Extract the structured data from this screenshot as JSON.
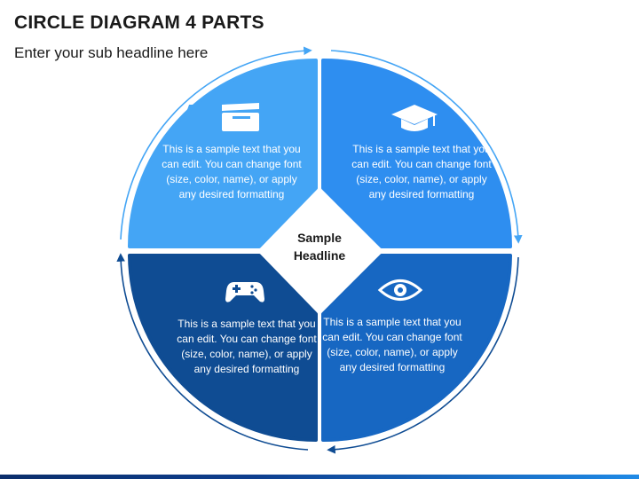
{
  "header": {
    "title": "CIRCLE DIAGRAM 4 PARTS",
    "subtitle": "Enter your sub headline here"
  },
  "center": {
    "line1": "Sample",
    "line2": "Headline"
  },
  "segments": [
    {
      "position": "top-left",
      "icon": "clapperboard-icon",
      "color": "#44A5F5",
      "text": "This is a sample text that you can edit. You can change font (size, color, name), or apply any desired formatting"
    },
    {
      "position": "top-right",
      "icon": "graduation-cap-icon",
      "color": "#2E8EF0",
      "text": "This is a sample text that you can edit. You can change font (size, color, name), or apply any desired formatting"
    },
    {
      "position": "bottom-left",
      "icon": "gamepad-icon",
      "color": "#0F4C93",
      "text": "This is a sample text that you can edit. You can change font (size, color, name), or apply any desired formatting"
    },
    {
      "position": "bottom-right",
      "icon": "eye-icon",
      "color": "#1767C2",
      "text": "This is a sample text that you can edit. You can change font (size, color, name), or apply any desired formatting"
    }
  ],
  "arrow_colors": {
    "top": "#44A5F5",
    "bottom": "#0F4C93"
  }
}
